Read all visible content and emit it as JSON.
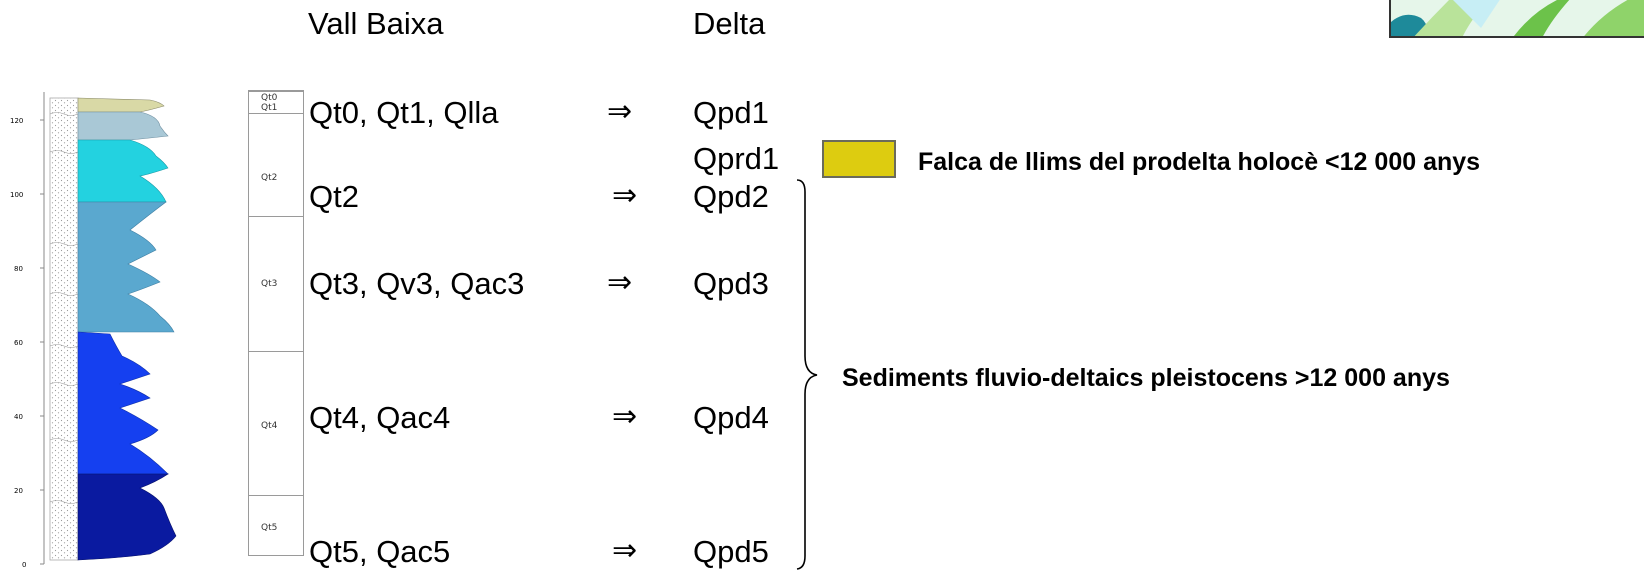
{
  "headers": {
    "vall_baixa": "Vall Baixa",
    "delta": "Delta"
  },
  "arrow": "⇒",
  "rows": [
    {
      "vall": "Qt0, Qt1, Qlla",
      "delta": "Qpd1"
    },
    {
      "vall": "",
      "delta": "Qprd1"
    },
    {
      "vall": "Qt2",
      "delta": "Qpd2"
    },
    {
      "vall": "Qt3, Qv3, Qac3",
      "delta": "Qpd3"
    },
    {
      "vall": "Qt4, Qac4",
      "delta": "Qpd4"
    },
    {
      "vall": "Qt5, Qac5",
      "delta": "Qpd5"
    }
  ],
  "legend": {
    "prodelta_label": "Falca de llims del prodelta holocè <12 000 anys",
    "prodelta_color": "#ddcc10",
    "fluvio_label": "Sediments fluvio-deltaics pleistocens >12 000 anys"
  },
  "unit_labels": {
    "qt0": "Qt0",
    "qt1": "Qt1",
    "qt2": "Qt2",
    "qt3": "Qt3",
    "qt4": "Qt4",
    "qt5": "Qt5"
  },
  "y_ticks": {
    "t120": "120",
    "t100": "100",
    "t80": "80",
    "t60": "60",
    "t40": "40",
    "t20": "20",
    "t0": "0"
  },
  "colors": {
    "qt0": "#d9d9a6",
    "qt1": "#a9c8d6",
    "qt2": "#23d2e0",
    "qt3": "#5aa8cf",
    "qt4": "#1540f0",
    "qt5": "#0a1aa0"
  }
}
